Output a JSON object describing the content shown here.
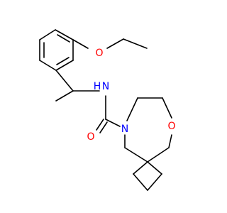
{
  "molecule": {
    "atoms": {
      "o_ether": {
        "symbol": "O",
        "color": "#ff0000"
      },
      "n_amide": {
        "symbol": "N",
        "color": "#0000ff"
      },
      "h_amide": {
        "symbol": "H",
        "color": "#0000ff"
      },
      "o_carbonyl": {
        "symbol": "O",
        "color": "#ff0000"
      },
      "n_ring": {
        "symbol": "N",
        "color": "#0000ff"
      },
      "o_ring": {
        "symbol": "O",
        "color": "#ff0000"
      }
    },
    "bond_color": "#000000"
  }
}
